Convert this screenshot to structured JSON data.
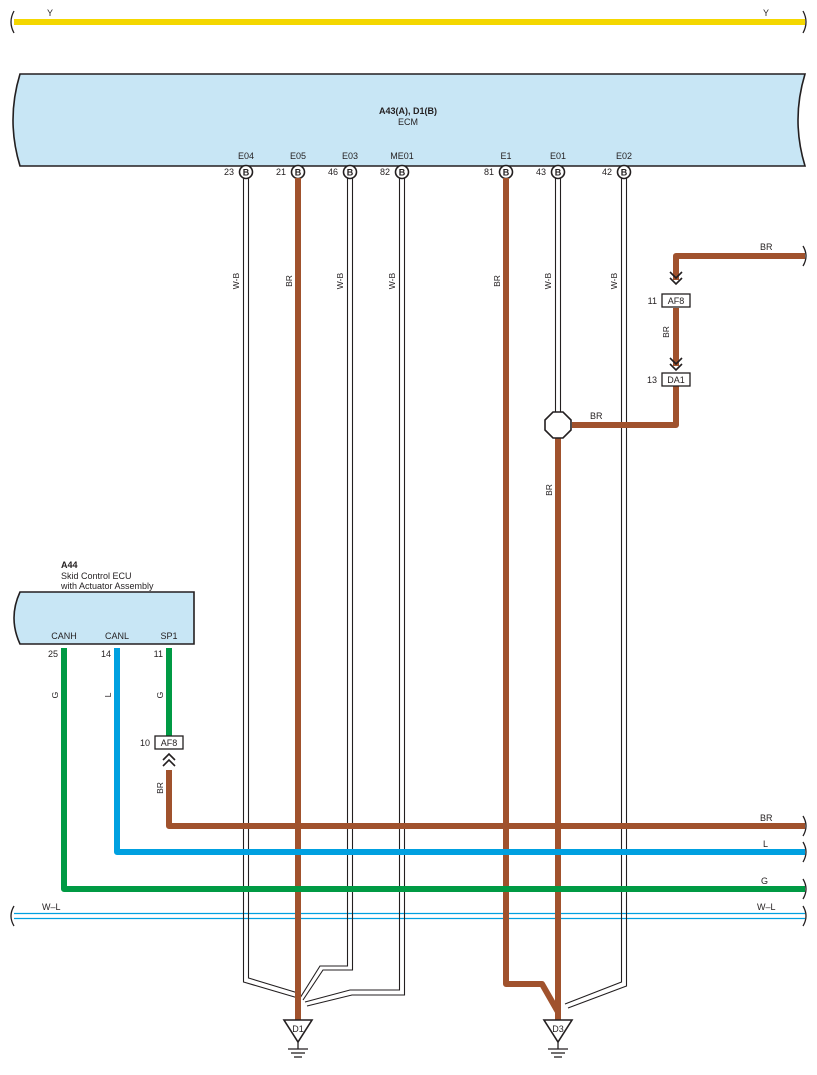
{
  "colors": {
    "Y": "#f4d700",
    "BR": "#a0522d",
    "G": "#009a44",
    "L": "#00a0e0",
    "W-B_outline": "#231f20",
    "W-L_outline": "#00a0e0",
    "component_fill": "#c8e6f5"
  },
  "top_wire": {
    "label_left": "Y",
    "label_right": "Y"
  },
  "ecm": {
    "connector": "A43(A), D1(B)",
    "name": "ECM",
    "terminals": [
      {
        "pin": "23",
        "name": "E04",
        "conn": "B",
        "wire": "W-B"
      },
      {
        "pin": "21",
        "name": "E05",
        "conn": "B",
        "wire": "BR"
      },
      {
        "pin": "46",
        "name": "E03",
        "conn": "B",
        "wire": "W-B"
      },
      {
        "pin": "82",
        "name": "ME01",
        "conn": "B",
        "wire": "W-B"
      },
      {
        "pin": "81",
        "name": "E1",
        "conn": "B",
        "wire": "BR"
      },
      {
        "pin": "43",
        "name": "E01",
        "conn": "B",
        "wire": "W-B"
      },
      {
        "pin": "42",
        "name": "E02",
        "conn": "B",
        "wire": "W-B"
      }
    ]
  },
  "skid": {
    "id": "A44",
    "line1": "Skid Control ECU",
    "line2": "with Actuator Assembly",
    "terminals": [
      {
        "name": "CANH",
        "pin": "25",
        "wire": "G"
      },
      {
        "name": "CANL",
        "pin": "14",
        "wire": "L"
      },
      {
        "name": "SP1",
        "pin": "11",
        "wire": "G"
      }
    ]
  },
  "connectors": {
    "af8_upper": {
      "pin": "11",
      "id": "AF8"
    },
    "da1": {
      "pin": "13",
      "id": "DA1"
    },
    "af8_lower": {
      "pin": "10",
      "id": "AF8"
    }
  },
  "wire_labels": {
    "upper_right_br": "BR",
    "af8_da1_br": "BR",
    "junction_br": "BR",
    "junction_down_br": "BR",
    "af8_lower_br": "BR",
    "sp1_g": "G"
  },
  "bus": {
    "br_label": "BR",
    "l_label": "L",
    "g_label": "G",
    "wl_left": "W–L",
    "wl_right": "W–L"
  },
  "grounds": {
    "left": "D1",
    "right": "D3"
  }
}
